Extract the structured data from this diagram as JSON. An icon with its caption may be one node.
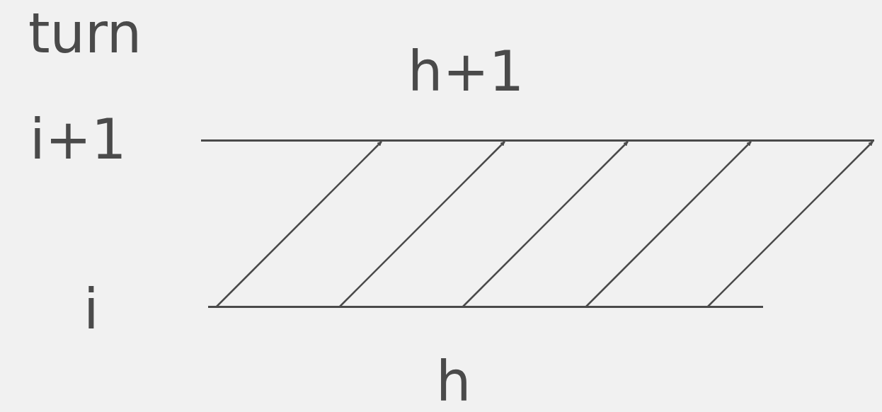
{
  "diagram": {
    "nodes": [
      {
        "text": [
          "h+1"
        ]
      },
      {
        "text": [
          "h"
        ]
      }
    ],
    "edges": [
      {
        "from": 1,
        "to": 0,
        "arrow": "to"
      },
      {
        "from": 1,
        "to": 0,
        "arrow": "to"
      },
      {
        "from": 1,
        "to": 0,
        "arrow": "to"
      },
      {
        "from": 1,
        "to": 0,
        "arrow": "to"
      },
      {
        "from": 1,
        "to": 0,
        "arrow": "to"
      }
    ],
    "labels": [
      "turn",
      "i+1",
      "i"
    ]
  }
}
